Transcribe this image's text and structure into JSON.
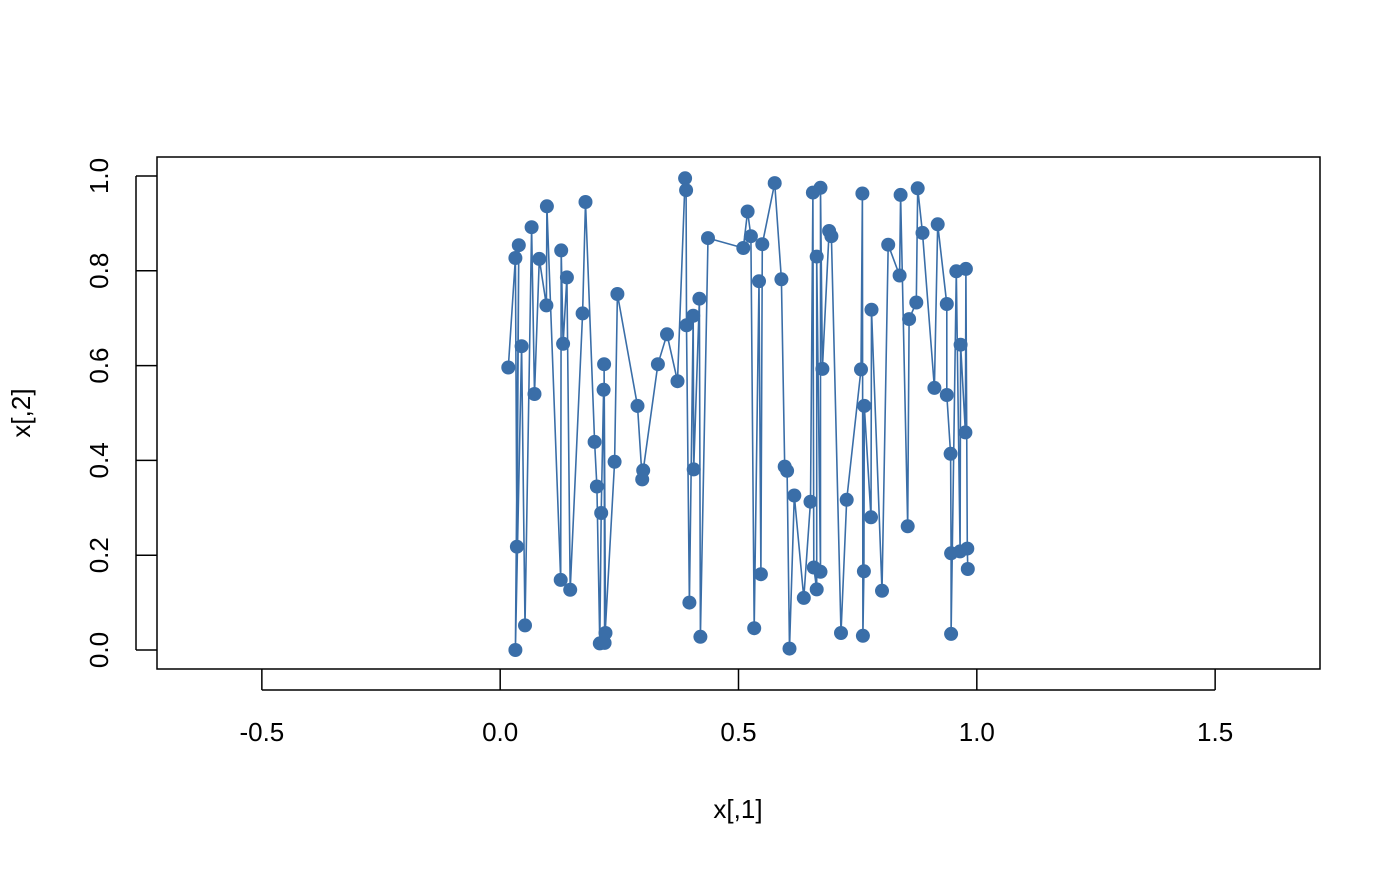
{
  "chart_data": {
    "type": "scatter",
    "connected": true,
    "title": "",
    "xlabel": "x[,1]",
    "ylabel": "x[,2]",
    "xlim": [
      -0.72,
      1.72
    ],
    "ylim": [
      -0.04,
      1.04
    ],
    "xticks": [
      -0.5,
      0.0,
      0.5,
      1.0,
      1.5
    ],
    "xtick_labels": [
      "-0.5",
      "0.0",
      "0.5",
      "1.0",
      "1.5"
    ],
    "yticks": [
      0.0,
      0.2,
      0.4,
      0.6,
      0.8,
      1.0
    ],
    "ytick_labels": [
      "0.0",
      "0.2",
      "0.4",
      "0.6",
      "0.8",
      "1.0"
    ],
    "grid": false,
    "legend": "none",
    "color": "#3a6ea8",
    "points": [
      [
        0.017,
        0.596
      ],
      [
        0.032,
        0.827
      ],
      [
        0.035,
        0.218
      ],
      [
        0.039,
        0.854
      ],
      [
        0.032,
        0.0
      ],
      [
        0.045,
        0.641
      ],
      [
        0.052,
        0.052
      ],
      [
        0.066,
        0.892
      ],
      [
        0.072,
        0.54
      ],
      [
        0.082,
        0.825
      ],
      [
        0.097,
        0.727
      ],
      [
        0.098,
        0.936
      ],
      [
        0.127,
        0.148
      ],
      [
        0.128,
        0.843
      ],
      [
        0.132,
        0.646
      ],
      [
        0.14,
        0.786
      ],
      [
        0.147,
        0.127
      ],
      [
        0.173,
        0.71
      ],
      [
        0.179,
        0.945
      ],
      [
        0.198,
        0.439
      ],
      [
        0.203,
        0.345
      ],
      [
        0.209,
        0.014
      ],
      [
        0.212,
        0.289
      ],
      [
        0.217,
        0.549
      ],
      [
        0.221,
        0.036
      ],
      [
        0.218,
        0.603
      ],
      [
        0.219,
        0.015
      ],
      [
        0.24,
        0.397
      ],
      [
        0.246,
        0.751
      ],
      [
        0.288,
        0.515
      ],
      [
        0.298,
        0.36
      ],
      [
        0.3,
        0.379
      ],
      [
        0.331,
        0.603
      ],
      [
        0.35,
        0.666
      ],
      [
        0.372,
        0.567
      ],
      [
        0.388,
        0.995
      ],
      [
        0.39,
        0.97
      ],
      [
        0.391,
        0.685
      ],
      [
        0.397,
        0.1
      ],
      [
        0.405,
        0.705
      ],
      [
        0.406,
        0.381
      ],
      [
        0.418,
        0.741
      ],
      [
        0.42,
        0.028
      ],
      [
        0.436,
        0.869
      ],
      [
        0.51,
        0.848
      ],
      [
        0.519,
        0.925
      ],
      [
        0.526,
        0.873
      ],
      [
        0.533,
        0.046
      ],
      [
        0.543,
        0.778
      ],
      [
        0.547,
        0.16
      ],
      [
        0.55,
        0.856
      ],
      [
        0.576,
        0.985
      ],
      [
        0.59,
        0.782
      ],
      [
        0.597,
        0.387
      ],
      [
        0.602,
        0.378
      ],
      [
        0.607,
        0.003
      ],
      [
        0.617,
        0.326
      ],
      [
        0.637,
        0.11
      ],
      [
        0.651,
        0.313
      ],
      [
        0.656,
        0.965
      ],
      [
        0.658,
        0.174
      ],
      [
        0.664,
        0.128
      ],
      [
        0.664,
        0.83
      ],
      [
        0.672,
        0.165
      ],
      [
        0.672,
        0.975
      ],
      [
        0.676,
        0.593
      ],
      [
        0.69,
        0.884
      ],
      [
        0.695,
        0.873
      ],
      [
        0.715,
        0.036
      ],
      [
        0.727,
        0.317
      ],
      [
        0.757,
        0.592
      ],
      [
        0.76,
        0.963
      ],
      [
        0.761,
        0.03
      ],
      [
        0.763,
        0.166
      ],
      [
        0.764,
        0.515
      ],
      [
        0.778,
        0.28
      ],
      [
        0.779,
        0.718
      ],
      [
        0.801,
        0.125
      ],
      [
        0.814,
        0.855
      ],
      [
        0.838,
        0.79
      ],
      [
        0.84,
        0.96
      ],
      [
        0.855,
        0.261
      ],
      [
        0.858,
        0.698
      ],
      [
        0.873,
        0.733
      ],
      [
        0.876,
        0.974
      ],
      [
        0.886,
        0.88
      ],
      [
        0.911,
        0.553
      ],
      [
        0.918,
        0.898
      ],
      [
        0.937,
        0.73
      ],
      [
        0.937,
        0.538
      ],
      [
        0.945,
        0.414
      ],
      [
        0.946,
        0.204
      ],
      [
        0.946,
        0.034
      ],
      [
        0.957,
        0.799
      ],
      [
        0.965,
        0.208
      ],
      [
        0.966,
        0.644
      ],
      [
        0.976,
        0.459
      ],
      [
        0.977,
        0.804
      ],
      [
        0.98,
        0.214
      ],
      [
        0.981,
        0.171
      ]
    ]
  }
}
